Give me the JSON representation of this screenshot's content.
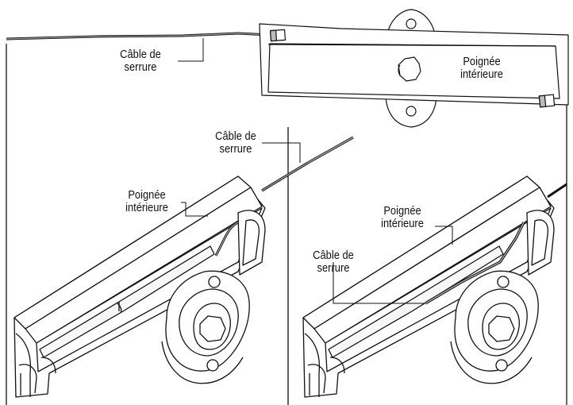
{
  "labels": {
    "top_cable": "Câble de\nserrure",
    "top_handle": "Poignée\nintérieure",
    "left_cable": "Câble de\nserrure",
    "left_handle": "Poignée\nintérieure",
    "right_handle": "Poignée\nintérieure",
    "right_cable": "Câble de\nserrure"
  },
  "colors": {
    "line": "#111111",
    "panel_border": "#222222",
    "cable_fill": "#9a9a9a"
  }
}
